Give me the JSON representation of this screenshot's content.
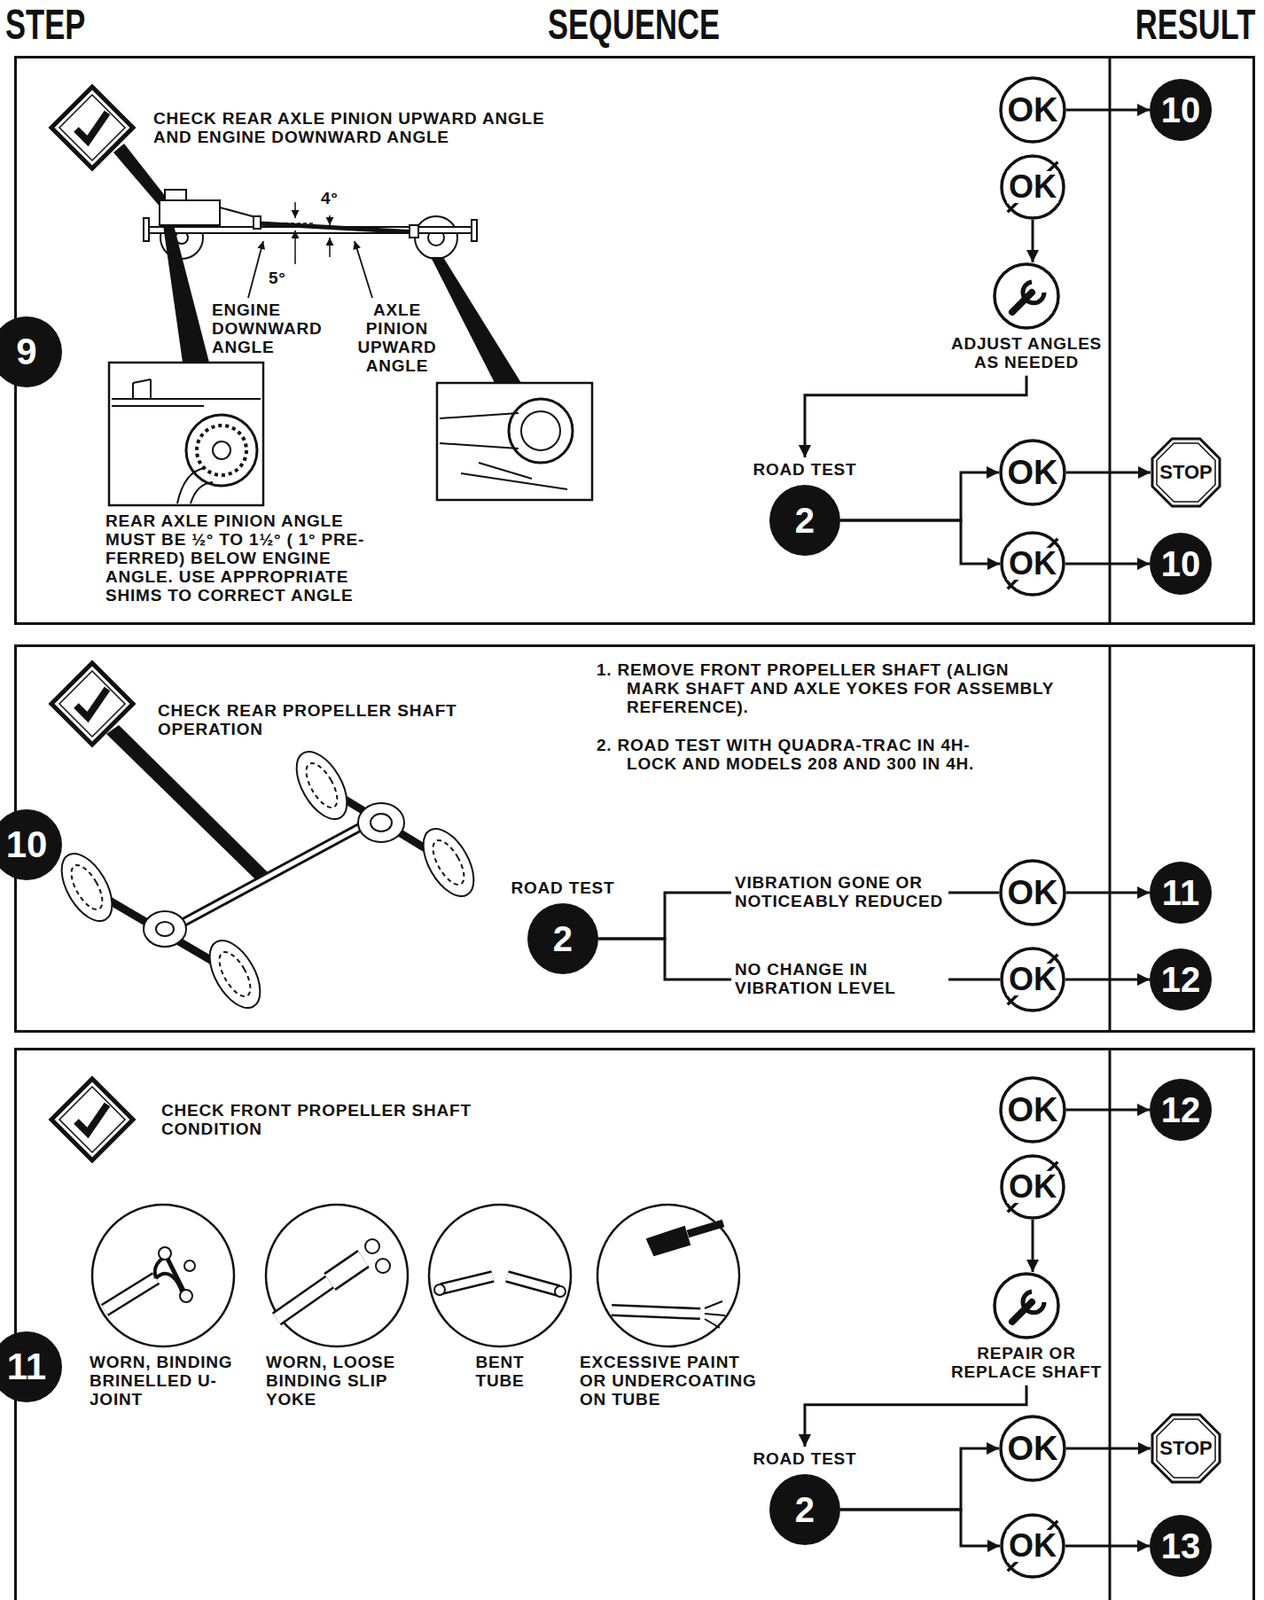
{
  "diagram": {
    "nodes": [
      {
        "text": [
          "CHECK REAR AXLE PINION UPWARD ANGLE AND ENGINE DOWNWARD ANGLE"
        ]
      },
      {
        "text": [
          "OK"
        ],
        "in": 0
      },
      {
        "text": [
          "10"
        ],
        "in": 0
      },
      {
        "text": [
          "OK"
        ],
        "in": 0
      },
      {
        "text": [
          "ADJUST ANGLES AS NEEDED"
        ],
        "in": 0
      },
      {
        "text": [
          "ROAD TEST",
          "2"
        ],
        "in": 0
      },
      {
        "text": [
          "OK"
        ],
        "in": 0
      },
      {
        "text": [
          "STOP"
        ],
        "in": 0
      },
      {
        "text": [
          "OK"
        ],
        "in": 0
      },
      {
        "text": [
          "10"
        ],
        "in": 0
      },
      {
        "text": [
          "9"
        ]
      },
      {
        "text": [
          "CHECK REAR PROPELLER SHAFT OPERATION"
        ]
      },
      {
        "text": [
          "ROAD TEST",
          "2"
        ],
        "in": 11
      },
      {
        "text": [
          "OK"
        ],
        "in": 11
      },
      {
        "text": [
          "11"
        ],
        "in": 11
      },
      {
        "text": [
          "OK"
        ],
        "in": 11
      },
      {
        "text": [
          "12"
        ],
        "in": 11
      },
      {
        "text": [
          "10"
        ]
      },
      {
        "text": [
          "CHECK FRONT PROPELLER SHAFT CONDITION"
        ]
      },
      {
        "text": [
          "OK"
        ],
        "in": 18
      },
      {
        "text": [
          "12"
        ],
        "in": 18
      },
      {
        "text": [
          "OK"
        ],
        "in": 18
      },
      {
        "text": [
          "REPAIR OR REPLACE SHAFT"
        ],
        "in": 18
      },
      {
        "text": [
          "ROAD TEST",
          "2"
        ],
        "in": 18
      },
      {
        "text": [
          "OK"
        ],
        "in": 18
      },
      {
        "text": [
          "STOP"
        ],
        "in": 18
      },
      {
        "text": [
          "OK"
        ],
        "in": 18
      },
      {
        "text": [
          "13"
        ],
        "in": 18
      },
      {
        "text": [
          "11"
        ]
      }
    ],
    "edges": [
      {
        "from": 1,
        "to": 2,
        "arrow": "to"
      },
      {
        "from": 3,
        "to": 4,
        "arrow": "to"
      },
      {
        "from": 4,
        "to": 5,
        "arrow": "to"
      },
      {
        "from": 5,
        "to": 6,
        "arrow": "to"
      },
      {
        "from": 5,
        "to": 8,
        "arrow": "to"
      },
      {
        "from": 6,
        "to": 7,
        "arrow": "to"
      },
      {
        "from": 8,
        "to": 9,
        "arrow": "to"
      },
      {
        "from": 12,
        "to": 13,
        "label": "VIBRATION GONE OR NOTICEABLY REDUCED",
        "arrow": "none"
      },
      {
        "from": 12,
        "to": 15,
        "label": "NO CHANGE IN VIBRATION LEVEL",
        "arrow": "none"
      },
      {
        "from": 13,
        "to": 14,
        "arrow": "to"
      },
      {
        "from": 15,
        "to": 16,
        "arrow": "to"
      },
      {
        "from": 19,
        "to": 20,
        "arrow": "to"
      },
      {
        "from": 21,
        "to": 22,
        "arrow": "to"
      },
      {
        "from": 22,
        "to": 23,
        "arrow": "to"
      },
      {
        "from": 23,
        "to": 24,
        "arrow": "to"
      },
      {
        "from": 23,
        "to": 26,
        "arrow": "to"
      },
      {
        "from": 24,
        "to": 25,
        "arrow": "to"
      },
      {
        "from": 26,
        "to": 27,
        "arrow": "to"
      }
    ],
    "labels": [
      "STEP",
      "SEQUENCE",
      "RESULT",
      "4°",
      "5°",
      "ENGINE DOWNWARD ANGLE",
      "AXLE PINION UPWARD ANGLE",
      "REAR AXLE PINION ANGLE MUST BE ½° TO 1½° ( 1° PRE- FERRED) BELOW ENGINE ANGLE. USE APPROPRIATE SHIMS TO CORRECT ANGLE",
      "1. REMOVE FRONT PROPELLER SHAFT (ALIGN MARK SHAFT AND AXLE YOKES FOR ASSEMBLY REFERENCE).",
      "2. ROAD TEST WITH QUADRA-TRAC IN 4H-LOCK AND MODELS 208 AND 300 IN 4H.",
      "WORN, BINDING BRINELLED U-JOINT",
      "WORN, LOOSE BINDING SLIP YOKE",
      "BENT TUBE",
      "EXCESSIVE PAINT OR UNDERCOATING ON TUBE"
    ]
  }
}
